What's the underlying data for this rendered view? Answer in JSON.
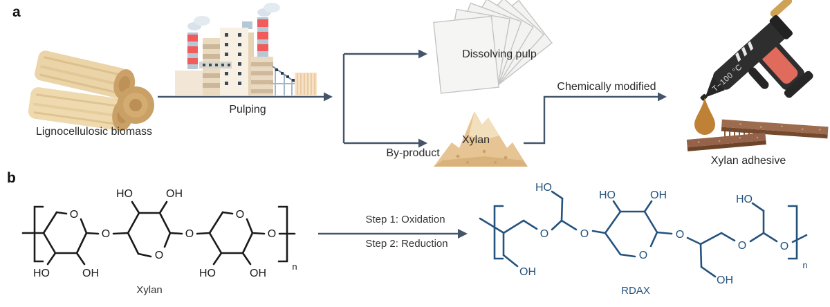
{
  "figure": {
    "panel_a_letter": "a",
    "panel_b_letter": "b"
  },
  "flow": {
    "biomass_label": "Lignocellulosic biomass",
    "pulping_label": "Pulping",
    "dissolving_pulp_label": "Dissolving pulp",
    "byproduct_label": "By-product",
    "xylan_label": "Xylan",
    "chem_mod_label": "Chemically modified",
    "glue_gun_text": "T~100 °C",
    "adhesive_label": "Xylan adhesive"
  },
  "reaction": {
    "step1": "Step 1: Oxidation",
    "step2": "Step 2: Reduction",
    "xylan_struct_label": "Xylan",
    "rdax_label": "RDAX",
    "xylan_atoms": [
      "O",
      "O",
      "HO",
      "OH",
      "O",
      "O",
      "O",
      "O",
      "HO",
      "OH",
      "HO",
      "OH",
      "n"
    ],
    "rdax_atoms": [
      "HO",
      "O",
      "OH",
      "O",
      "HO",
      "OH",
      "O",
      "O",
      "OH",
      "O",
      "HO",
      "O",
      "n"
    ]
  },
  "icons": [
    "logs-icon",
    "factory-icon",
    "paper-stack-icon",
    "xylan-pile-icon",
    "glue-gun-icon",
    "glue-drop-icon",
    "wood-planks-icon"
  ],
  "colors": {
    "arrow": "#44546A",
    "structure_black": "#1a1a1a",
    "structure_blue": "#24527E",
    "wood_body": "#EBD4A8",
    "wood_end": "#CBA169",
    "factory_beige": "#EADABF",
    "factory_cream": "#F7F0E3",
    "chimney_red": "#F15B5B",
    "chimney_gray": "#B5C8D6",
    "pile_tan": "#E7C493",
    "glue_drop": "#BE8136",
    "plank_brown": "#95634A",
    "gun_body": "#2E2E2E",
    "gun_handle": "#E06A5C"
  }
}
